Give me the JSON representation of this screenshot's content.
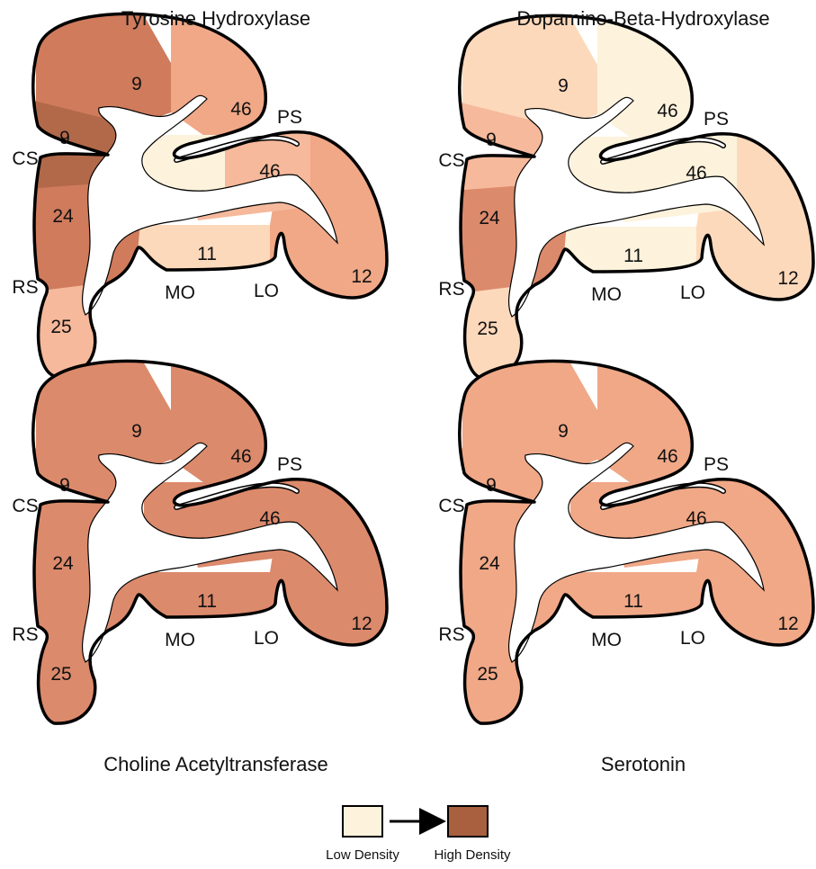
{
  "colors": {
    "scale_low": "#fdf2dc",
    "scale_high": "#a8603e",
    "density_levels": {
      "1": "#fdf2dc",
      "2": "#fdd9bc",
      "3": "#f6b99b",
      "4": "#f0a887",
      "5": "#dc8a6c",
      "6": "#cf7b5c",
      "7": "#b2694a"
    }
  },
  "panels": [
    {
      "title": "Tyrosine Hydroxylase",
      "density": {
        "9_dorsal": 6,
        "46_dorsal": 4,
        "46_ventral": 3,
        "9_medial": 7,
        "24": 6,
        "25": 3,
        "11": 2,
        "12": 4,
        "inner": 1
      }
    },
    {
      "title": "Dopamine-Beta-Hydroxylase",
      "density": {
        "9_dorsal": 2,
        "46_dorsal": 1,
        "46_ventral": 1,
        "9_medial": 3,
        "24": 5,
        "25": 2,
        "11": 1,
        "12": 2,
        "inner": 1
      }
    },
    {
      "title": "Choline Acetyltransferase",
      "density": {
        "9_dorsal": 5,
        "46_dorsal": 5,
        "46_ventral": 5,
        "9_medial": 5,
        "24": 5,
        "25": 5,
        "11": 5,
        "12": 5,
        "inner": 5
      }
    },
    {
      "title": "Serotonin",
      "density": {
        "9_dorsal": 4,
        "46_dorsal": 4,
        "46_ventral": 4,
        "9_medial": 4,
        "24": 4,
        "25": 4,
        "11": 4,
        "12": 4,
        "inner": 4
      }
    }
  ],
  "area_labels": {
    "9_dorsal": "9",
    "46_dorsal": "46",
    "9_medial": "9",
    "46_ventral": "46",
    "24": "24",
    "11": "11",
    "12": "12",
    "25": "25"
  },
  "sulcus_labels": {
    "PS": "PS",
    "CS": "CS",
    "RS": "RS",
    "MO": "MO",
    "LO": "LO"
  },
  "legend": {
    "low_label": "Low Density",
    "high_label": "High Density"
  }
}
